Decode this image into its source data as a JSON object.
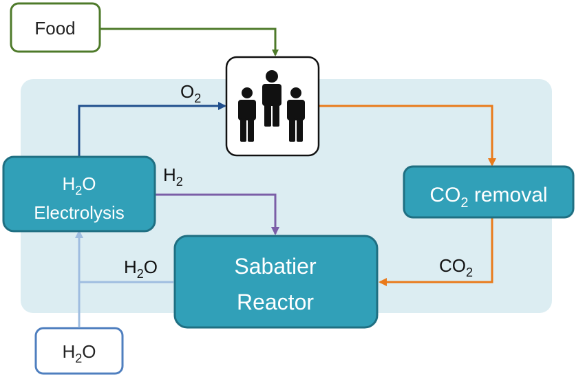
{
  "colors": {
    "background_panel": "#dcedf2",
    "process_fill": "#31a0b8",
    "process_stroke": "#1f6f82",
    "food_border": "#4e7a2a",
    "water_border": "#4f7fbf",
    "oxygen_line": "#1f4e8c",
    "hydrogen_line": "#7b5ea7",
    "water_line": "#9fbde0",
    "co2_line": "#e97a1a",
    "food_line": "#4e7a2a"
  },
  "nodes": {
    "food": {
      "label": "Food"
    },
    "crew": {
      "icon": "people-icon"
    },
    "electrolysis": {
      "line1_main": "H",
      "line1_sub": "2",
      "line1_tail": "O",
      "line2": "Electrolysis"
    },
    "co2_removal": {
      "main": "CO",
      "sub": "2",
      "tail": " removal"
    },
    "sabatier": {
      "line1": "Sabatier",
      "line2": "Reactor"
    },
    "water_input": {
      "main": "H",
      "sub": "2",
      "tail": "O"
    }
  },
  "flow_labels": {
    "oxygen": {
      "main": "O",
      "sub": "2"
    },
    "hydrogen": {
      "main": "H",
      "sub": "2"
    },
    "water": {
      "main": "H",
      "sub": "2",
      "tail": "O"
    },
    "carbon_dioxide": {
      "main": "CO",
      "sub": "2"
    }
  }
}
